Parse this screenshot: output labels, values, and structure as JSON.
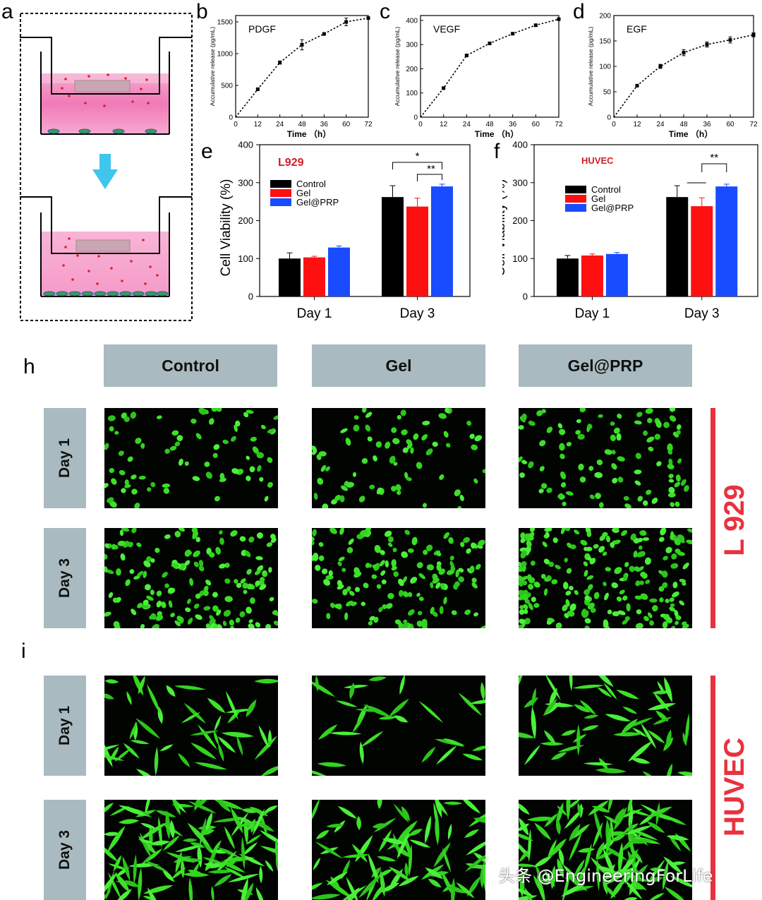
{
  "panel_labels": {
    "a": "a",
    "b": "b",
    "c": "c",
    "d": "d",
    "e": "e",
    "f": "f",
    "h": "h",
    "i": "i"
  },
  "chart_data": [
    {
      "id": "b",
      "type": "line",
      "title": "PDGF",
      "xlabel": "Time （h）",
      "ylabel": "Accumulative release (pg/mL)",
      "x_ticks": [
        "0",
        "12",
        "24",
        "48",
        "36",
        "60",
        "72"
      ],
      "x": [
        12,
        24,
        36,
        48,
        60,
        72
      ],
      "values": [
        440,
        860,
        1140,
        1310,
        1500,
        1560
      ],
      "errors": [
        20,
        25,
        80,
        20,
        60,
        15
      ],
      "ylim": [
        0,
        1600
      ],
      "y_ticks": [
        "0",
        "500",
        "1000",
        "1500"
      ],
      "y_tick_values": [
        0,
        500,
        1000,
        1500
      ],
      "xlim": [
        0,
        72
      ]
    },
    {
      "id": "c",
      "type": "line",
      "title": "VEGF",
      "xlabel": "Time （h）",
      "ylabel": "Accumulative release (pg/mL)",
      "x_ticks": [
        "0",
        "12",
        "24",
        "48",
        "36",
        "60",
        "72"
      ],
      "x": [
        12,
        24,
        36,
        48,
        60,
        72
      ],
      "values": [
        120,
        255,
        305,
        345,
        380,
        405
      ],
      "errors": [
        4,
        5,
        5,
        5,
        5,
        5
      ],
      "ylim": [
        0,
        420
      ],
      "y_ticks": [
        "0",
        "100",
        "200",
        "300",
        "400"
      ],
      "y_tick_values": [
        0,
        100,
        200,
        300,
        400
      ],
      "xlim": [
        0,
        72
      ]
    },
    {
      "id": "d",
      "type": "line",
      "title": "EGF",
      "xlabel": "Time （h）",
      "ylabel": "Accumulative release (pg/mL)",
      "x_ticks": [
        "0",
        "12",
        "24",
        "48",
        "36",
        "60",
        "72"
      ],
      "x": [
        12,
        24,
        36,
        48,
        60,
        72
      ],
      "values": [
        62,
        100,
        127,
        143,
        152,
        162
      ],
      "errors": [
        2,
        4,
        6,
        5,
        6,
        4
      ],
      "ylim": [
        0,
        200
      ],
      "y_ticks": [
        "0",
        "50",
        "100",
        "150",
        "200"
      ],
      "y_tick_values": [
        0,
        50,
        100,
        150,
        200
      ],
      "xlim": [
        0,
        72
      ]
    },
    {
      "id": "e",
      "type": "bar",
      "title": "L929",
      "ylabel": "Cell Viability (%)",
      "categories": [
        "Day 1",
        "Day 3"
      ],
      "series": [
        {
          "name": "Control",
          "values": [
            100,
            262
          ],
          "errors": [
            15,
            30
          ],
          "color": "#000000"
        },
        {
          "name": "Gel",
          "values": [
            103,
            237
          ],
          "errors": [
            3,
            22
          ],
          "color": "#ff1010"
        },
        {
          "name": "Gel@PRP",
          "values": [
            129,
            290
          ],
          "errors": [
            4,
            6
          ],
          "color": "#1a4cff"
        }
      ],
      "ylim": [
        0,
        400
      ],
      "y_ticks": [
        "0",
        "100",
        "200",
        "300",
        "400"
      ],
      "significance": [
        "*",
        "**"
      ]
    },
    {
      "id": "f",
      "type": "bar",
      "title": "HUVEC",
      "ylabel": "Cell Viability (%)",
      "categories": [
        "Day 1",
        "Day 3"
      ],
      "series": [
        {
          "name": "Control",
          "values": [
            100,
            262
          ],
          "errors": [
            8,
            30
          ],
          "color": "#000000"
        },
        {
          "name": "Gel",
          "values": [
            108,
            238
          ],
          "errors": [
            4,
            22
          ],
          "color": "#ff1010"
        },
        {
          "name": "Gel@PRP",
          "values": [
            112,
            290
          ],
          "errors": [
            4,
            6
          ],
          "color": "#1a4cff"
        }
      ],
      "ylim": [
        0,
        400
      ],
      "y_ticks": [
        "0",
        "100",
        "200",
        "300",
        "400"
      ],
      "significance": [
        "**"
      ]
    }
  ],
  "micrographs": {
    "columns": [
      "Control",
      "Gel",
      "Gel@PRP"
    ],
    "rows": [
      "Day 1",
      "Day 3"
    ],
    "cell_lines": [
      "L 929",
      "HUVEC"
    ]
  },
  "watermark": "头条 @EngineeringForLife",
  "colors": {
    "header_bg": "#a9bbc0",
    "accent_red": "#e8323f",
    "cell_green": "#33dd22"
  }
}
